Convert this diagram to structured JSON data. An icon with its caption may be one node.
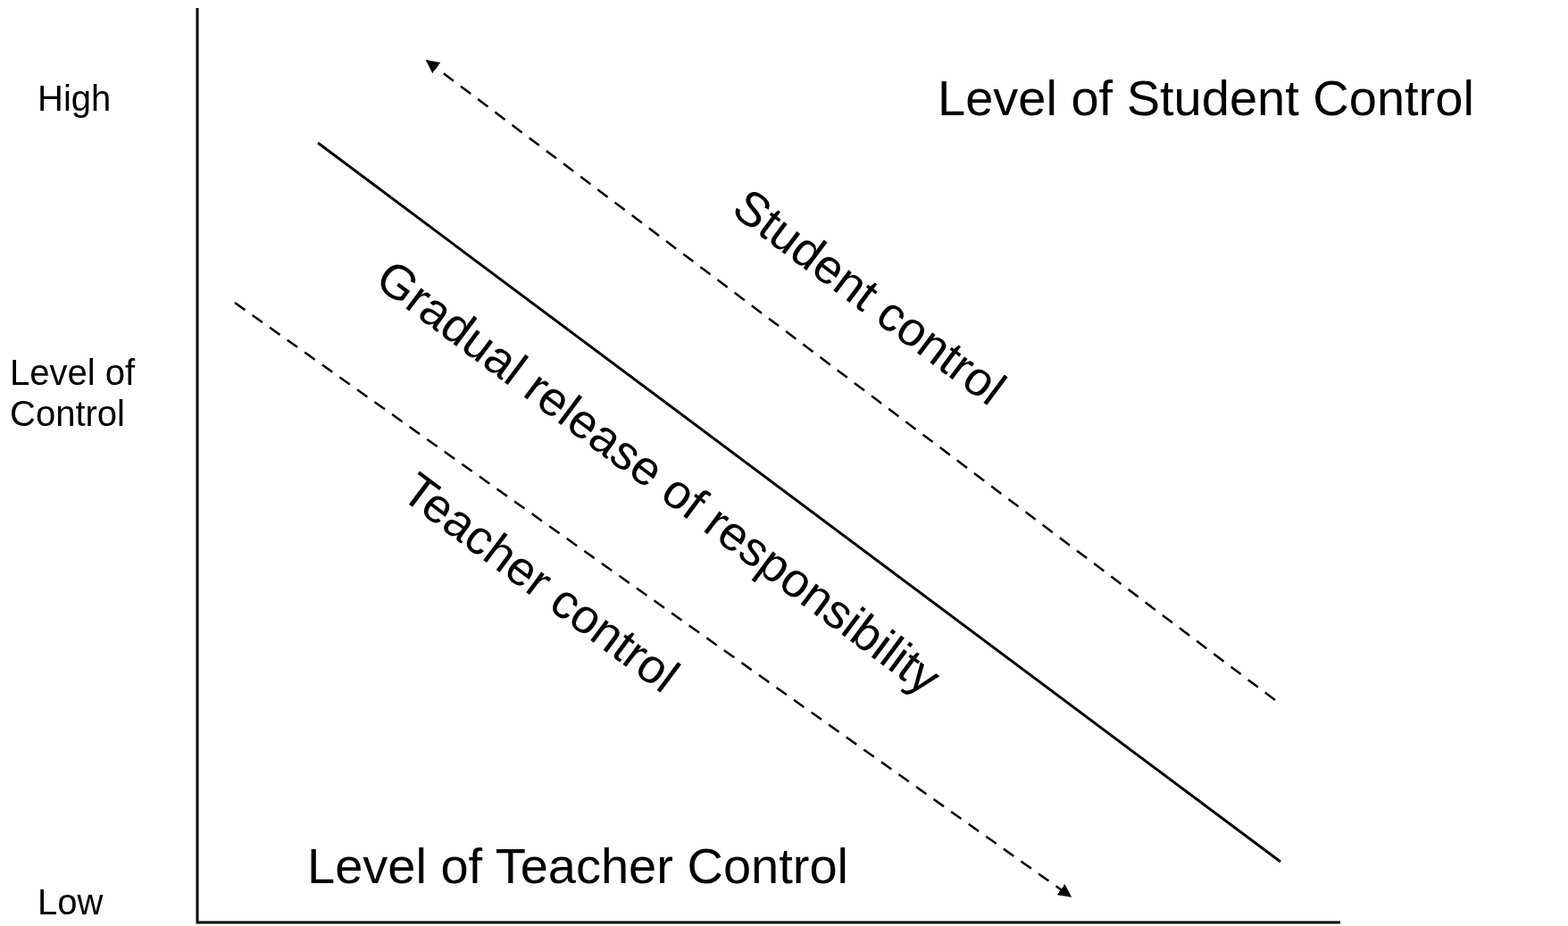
{
  "diagram": {
    "labels": [
      "High",
      "Level of Student Control",
      "Student control",
      "Level of Control",
      "Gradual release of responsibility",
      "Teacher control",
      "Level of Teacher Control",
      "Low"
    ]
  }
}
